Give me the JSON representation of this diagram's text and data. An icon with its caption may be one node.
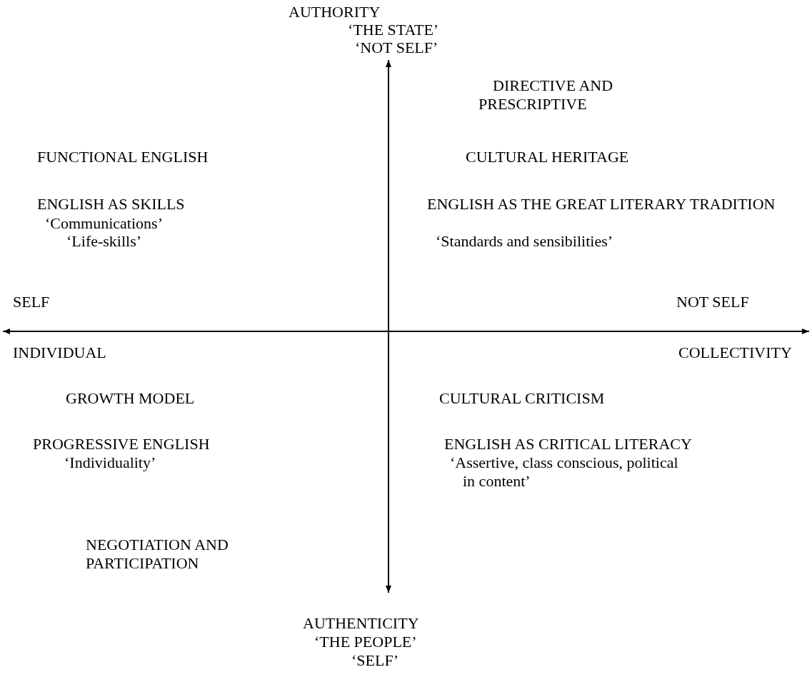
{
  "diagram": {
    "labels": [
      "AUTHORITY",
      "‘THE STATE’",
      "‘NOT SELF’",
      "DIRECTIVE AND PRESCRIPTIVE",
      "FUNCTIONAL ENGLISH",
      "CULTURAL HERITAGE",
      "ENGLISH AS SKILLS",
      "ENGLISH AS THE GREAT LITERARY TRADITION",
      "‘Communications’",
      "‘Life-skills’",
      "‘Standards and sensibilities’",
      "SELF",
      "NOT SELF",
      "INDIVIDUAL",
      "COLLECTIVITY",
      "GROWTH MODEL",
      "CULTURAL CRITICISM",
      "PROGRESSIVE ENGLISH",
      "ENGLISH AS CRITICAL LITERACY",
      "‘Individuality’",
      "‘Assertive, class conscious, political in content’",
      "NEGOTIATION AND PARTICIPATION",
      "AUTHENTICITY",
      "‘THE PEOPLE’",
      "‘SELF’"
    ]
  }
}
